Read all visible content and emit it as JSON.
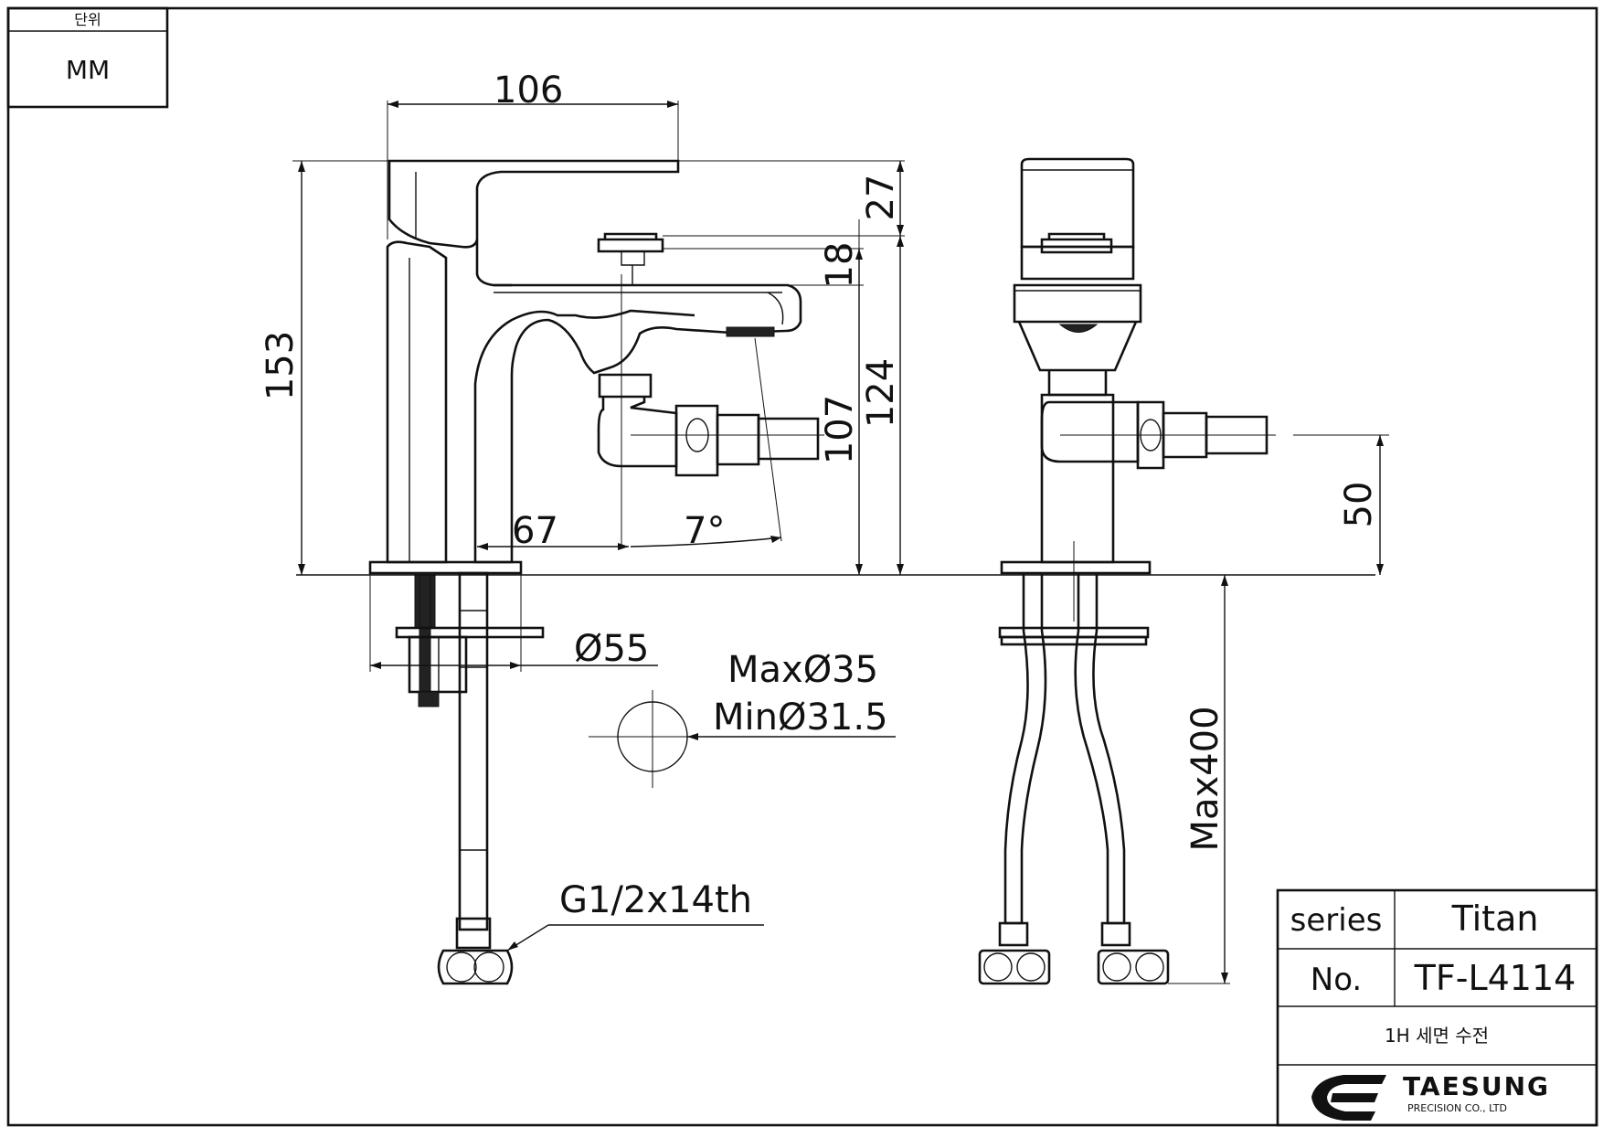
{
  "unit_box": {
    "label": "단위",
    "value": "MM"
  },
  "dimensions": {
    "width_106": "106",
    "height_153": "153",
    "handle_27": "27",
    "spout_18": "18",
    "height_124": "124",
    "height_107": "107",
    "reach_67": "67",
    "angle_7": "7°",
    "base_55": "Ø55",
    "hole_max": "MaxØ35",
    "hole_min": "MinØ31.5",
    "thread": "G1/2x14th",
    "side_50": "50",
    "hose_max": "Max400"
  },
  "title_block": {
    "series_label": "series",
    "series_value": "Titan",
    "no_label": "No.",
    "no_value": "TF-L4114",
    "description": "1H  세면 수전",
    "company_name": "TAESUNG",
    "company_sub": "PRECISION CO., LTD"
  },
  "colors": {
    "line": "#111111",
    "background": "#ffffff"
  }
}
